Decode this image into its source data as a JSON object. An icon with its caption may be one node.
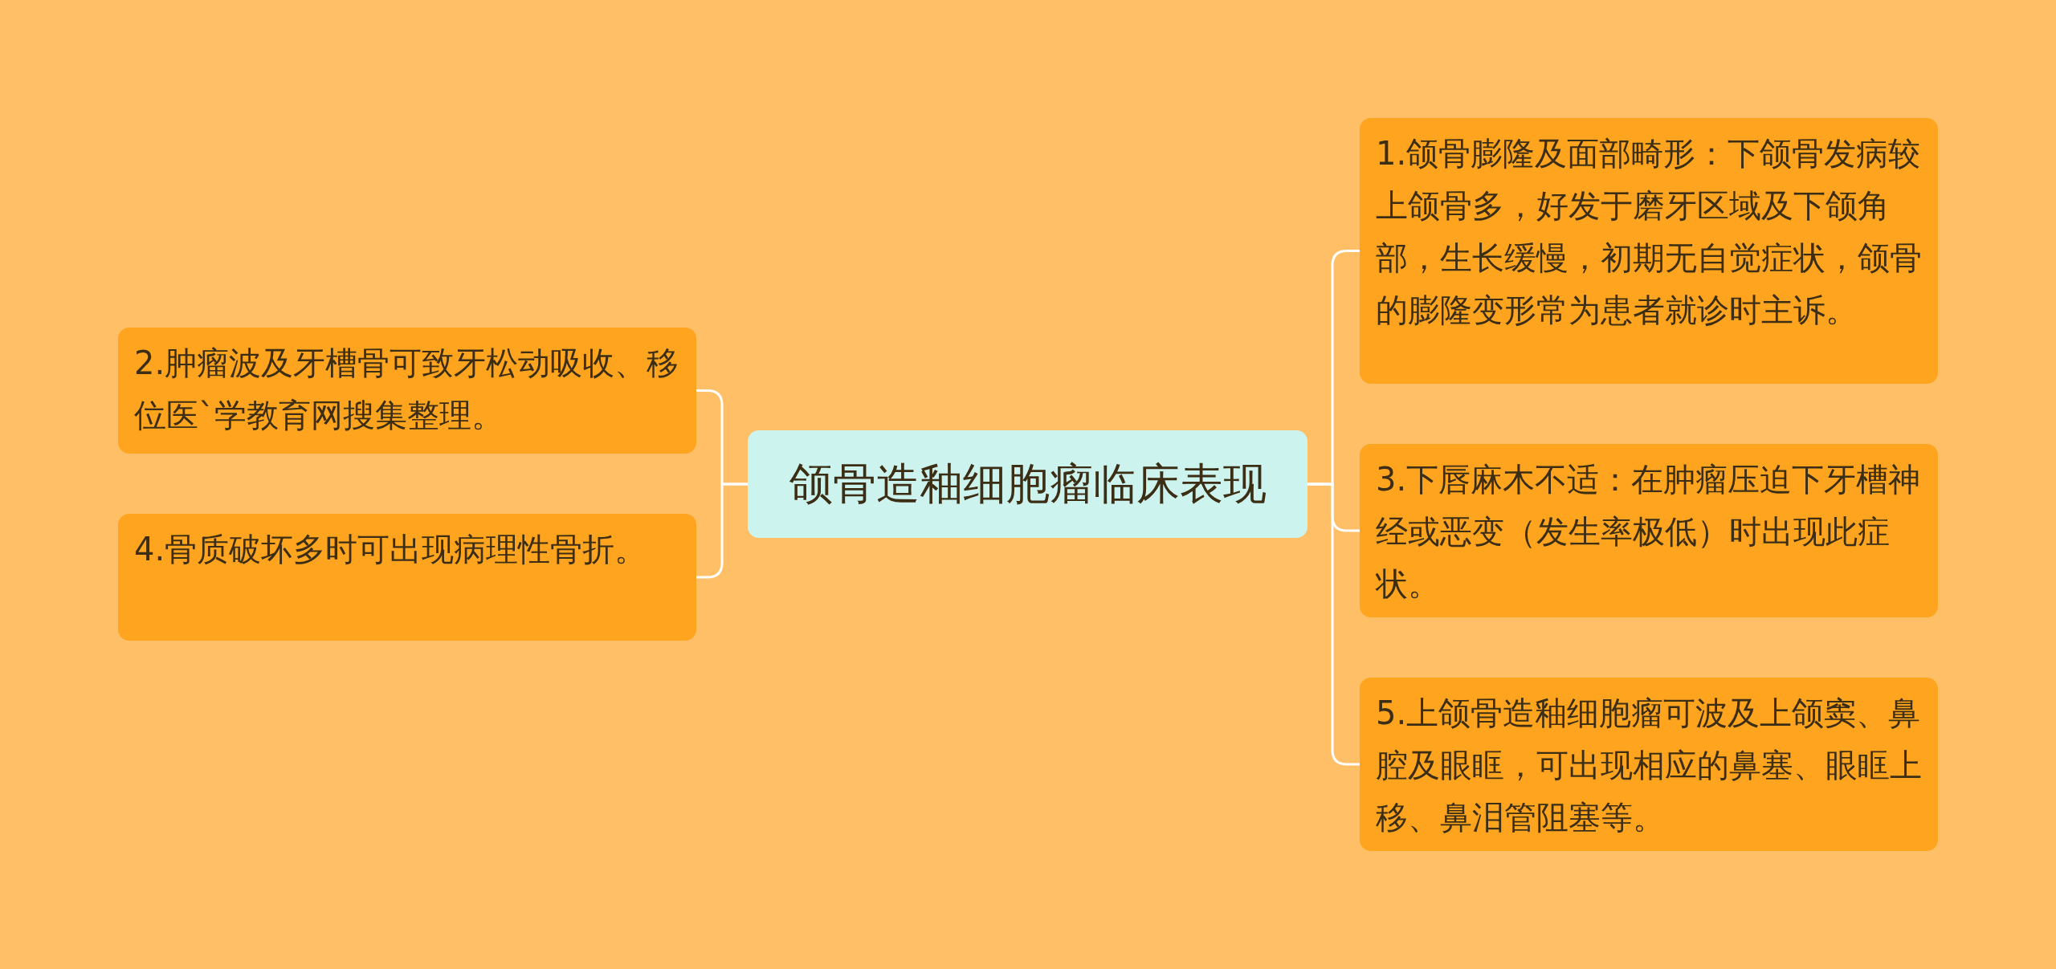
{
  "diagram": {
    "nodes": [
      {
        "text": [
          "颌骨造釉细胞瘤临床表现"
        ]
      },
      {
        "text": [
          "1.颌骨膨隆及面部畸形：下颌骨发病较上颌骨多，好发于磨牙区域及下颌角部，生长缓慢，初期无自觉症状，颌骨的膨隆变形常为患者就诊时主诉。"
        ]
      },
      {
        "text": [
          "2.肿瘤波及牙槽骨可致牙松动吸收、移位医`学教育网搜集整理。"
        ]
      },
      {
        "text": [
          "3.下唇麻木不适：在肿瘤压迫下牙槽神经或恶变（发生率极低）时出现此症状。"
        ]
      },
      {
        "text": [
          "4.骨质破坏多时可出现病理性骨折。"
        ]
      },
      {
        "text": [
          "5.上颌骨造釉细胞瘤可波及上颌窦、鼻腔及眼眶，可出现相应的鼻塞、眼眶上移、鼻泪管阻塞等。"
        ]
      }
    ],
    "edges": [
      {
        "from": 0,
        "to": 1,
        "arrow": "none"
      },
      {
        "from": 0,
        "to": 2,
        "arrow": "none"
      },
      {
        "from": 0,
        "to": 3,
        "arrow": "none"
      },
      {
        "from": 0,
        "to": 4,
        "arrow": "none"
      },
      {
        "from": 0,
        "to": 5,
        "arrow": "none"
      }
    ]
  }
}
